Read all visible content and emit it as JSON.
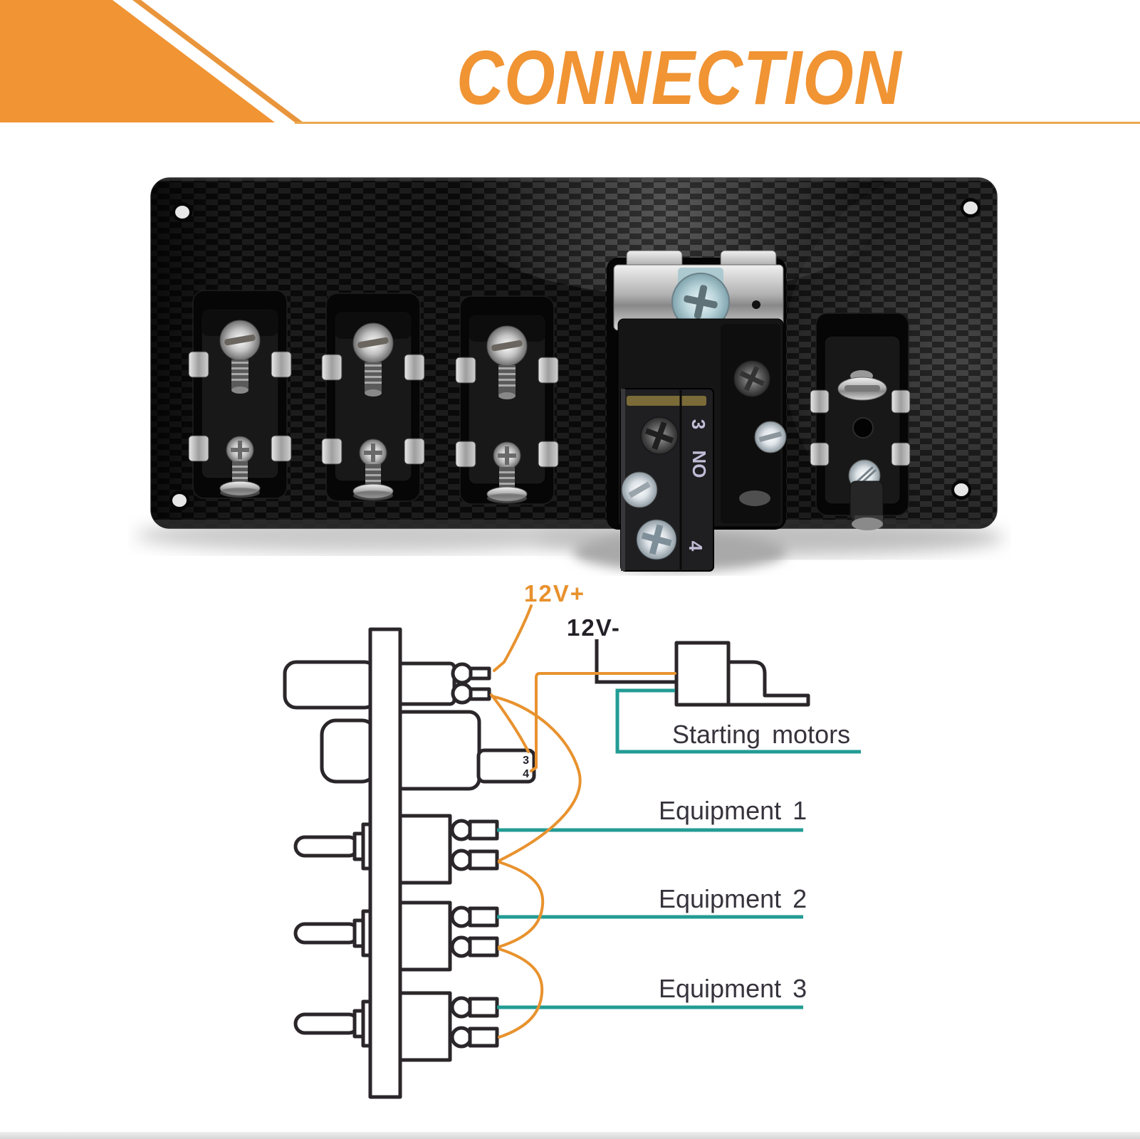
{
  "header": {
    "title": "CONNECTION",
    "accent_color": "#F09434"
  },
  "photo": {
    "description": "back view of 5-gang carbon fiber switch panel",
    "contact_block": {
      "three": "3",
      "no": "NO",
      "four": "4"
    }
  },
  "diagram": {
    "supply_positive": "12V+",
    "supply_negative": "12V-",
    "starting_motors": "Starting motors",
    "equipment_1": "Equipment 1",
    "equipment_2": "Equipment 2",
    "equipment_3": "Equipment 3",
    "terminal_3": "3",
    "terminal_4": "4",
    "wire_positive_color": "#E8922E",
    "wire_load_color": "#239C95",
    "outline_color": "#2A2629"
  }
}
